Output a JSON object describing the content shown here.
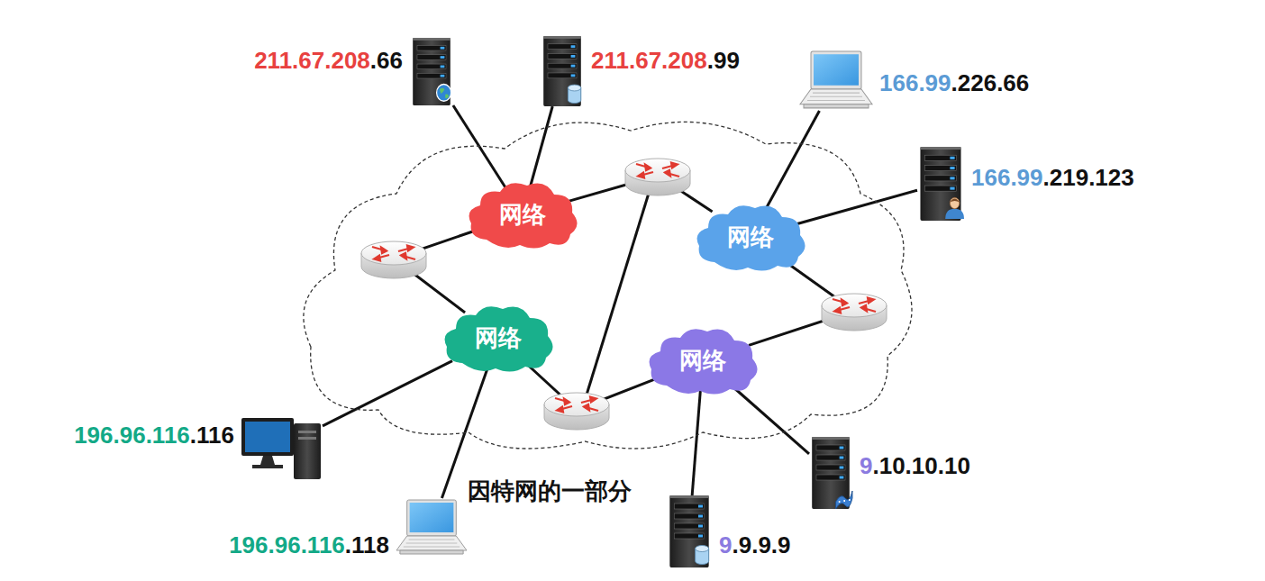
{
  "diagram": {
    "nodes": [
      {
        "text": [
          "因特网的一部分"
        ]
      },
      {
        "text": [
          "网络"
        ],
        "in": 0
      },
      {
        "text": [
          "网络"
        ],
        "in": 0
      },
      {
        "text": [
          "网络"
        ],
        "in": 0
      },
      {
        "text": [
          "网络"
        ],
        "in": 0
      },
      {
        "text": [
          "211.67.208.66"
        ]
      },
      {
        "text": [
          "211.67.208.99"
        ]
      },
      {
        "text": [
          "166.99.226.66"
        ]
      },
      {
        "text": [
          "166.99.219.123"
        ]
      },
      {
        "text": [
          "196.96.116.116"
        ]
      },
      {
        "text": [
          "9.10.10.10"
        ]
      },
      {
        "text": [
          "196.96.116.118"
        ]
      },
      {
        "text": [
          "9.9.9.9"
        ]
      }
    ],
    "edges": [
      {
        "from": 5,
        "to": 1,
        "arrow": "none"
      },
      {
        "from": 6,
        "to": 1,
        "arrow": "none"
      },
      {
        "from": 7,
        "to": 2,
        "arrow": "none"
      },
      {
        "from": 8,
        "to": 2,
        "arrow": "none"
      },
      {
        "from": 9,
        "to": 3,
        "arrow": "none"
      },
      {
        "from": 11,
        "to": 3,
        "arrow": "none"
      },
      {
        "from": 12,
        "to": 4,
        "arrow": "none"
      },
      {
        "from": 10,
        "to": 4,
        "arrow": "none"
      },
      {
        "from": 1,
        "to": 3,
        "arrow": "none"
      },
      {
        "from": 1,
        "to": 2,
        "arrow": "none"
      },
      {
        "from": 3,
        "to": 4,
        "arrow": "none"
      },
      {
        "from": 2,
        "to": 4,
        "arrow": "none"
      }
    ]
  }
}
